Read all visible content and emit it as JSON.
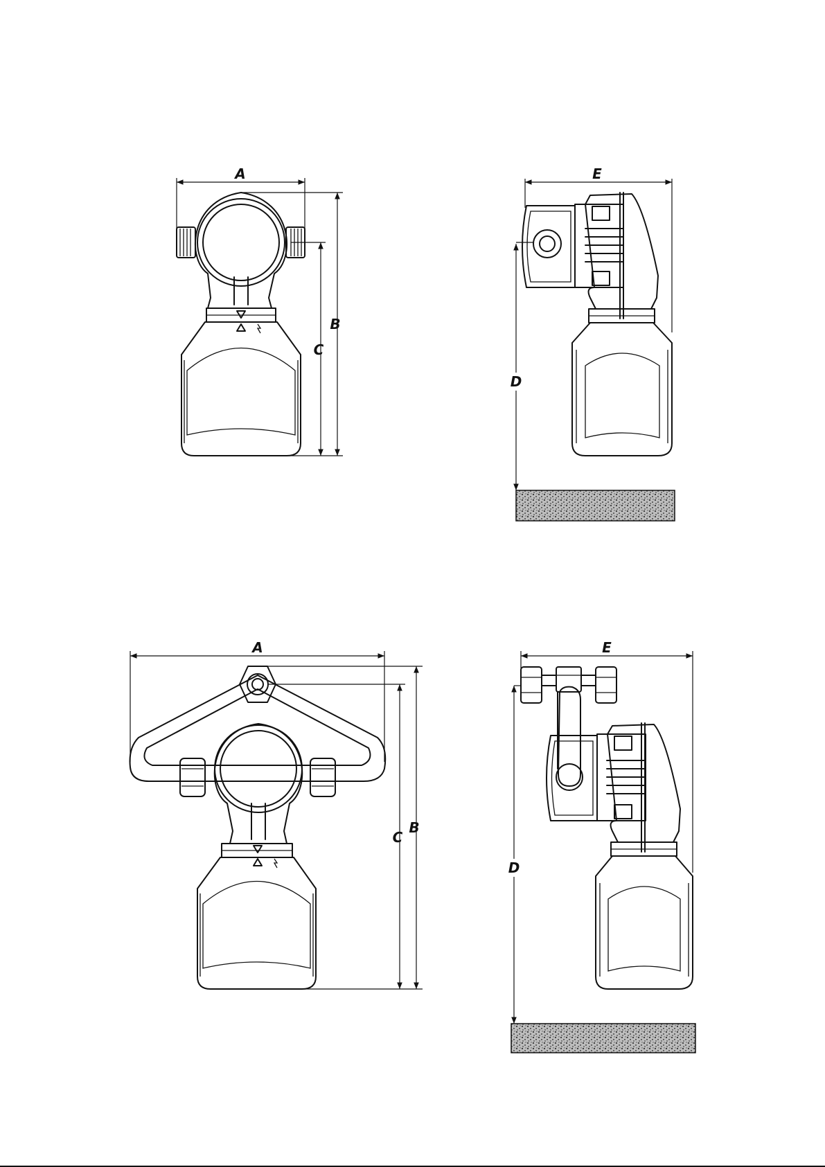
{
  "labels": {
    "A": "A",
    "B": "B",
    "C": "C",
    "D": "D",
    "E": "E"
  },
  "colors": {
    "line": "#111111",
    "ground_fill": "#999999",
    "background": "#ffffff"
  }
}
